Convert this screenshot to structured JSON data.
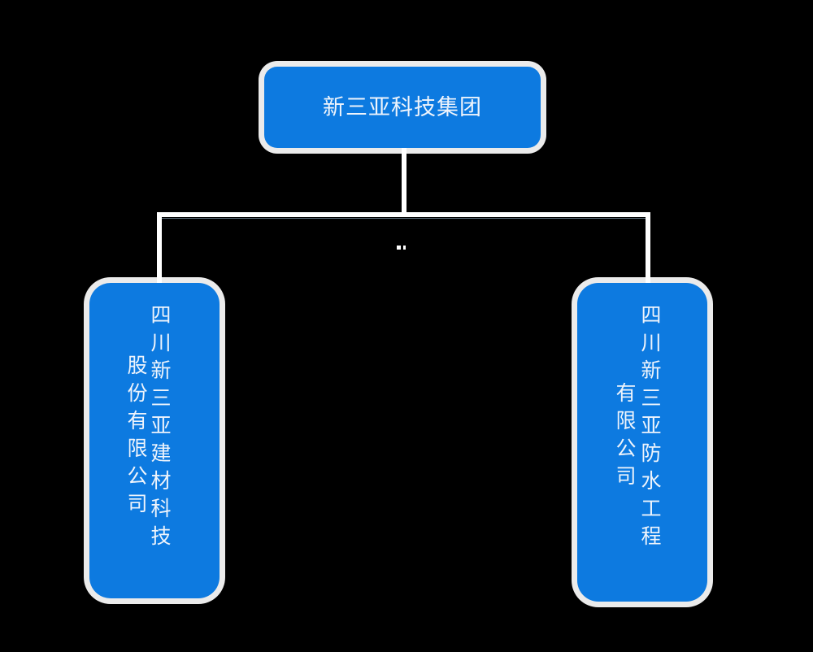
{
  "chart": {
    "type": "org-chart",
    "background_color": "#000000",
    "node_fill_color": "#0d7ae0",
    "node_text_color": "#eef4fc",
    "connector_color": "#ffffff",
    "root": {
      "label": "新三亚科技集团"
    },
    "children": [
      {
        "position": "left",
        "label": "四川新三亚建材科技股份有限公司",
        "columns": [
          "四川新三亚建材科技",
          "股份有限公司"
        ]
      },
      {
        "position": "right",
        "label": "四川新三亚防水工程有限公司",
        "columns": [
          "四川新三亚防水工程",
          "有限公司"
        ]
      }
    ]
  }
}
